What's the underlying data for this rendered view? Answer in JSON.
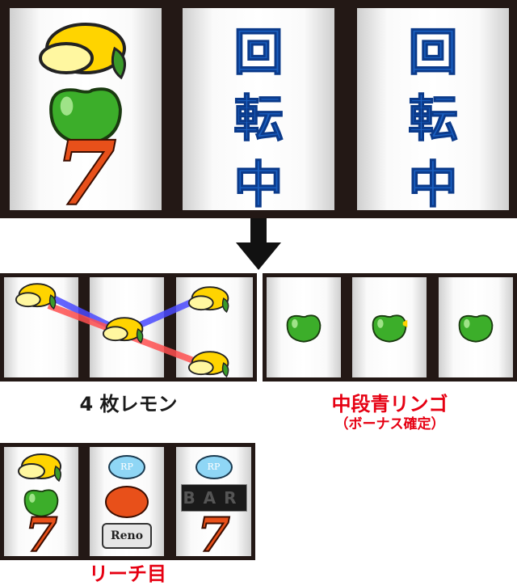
{
  "top": {
    "reels": [
      {
        "symbols": [
          "lemon-icon",
          "apple-icon",
          "seven-icon"
        ],
        "seven": "7"
      },
      {
        "text": [
          "回",
          "転",
          "中"
        ]
      },
      {
        "text": [
          "回",
          "転",
          "中"
        ]
      }
    ]
  },
  "arrow": "down-arrow-icon",
  "examples": [
    {
      "label": "4 枚レモン",
      "color": "#1a1a1a"
    },
    {
      "label": "中段青リンゴ",
      "sublabel": "（ボーナス確定）",
      "color": "#e60012"
    },
    {
      "label": "リーチ目",
      "color": "#e60012"
    }
  ],
  "reach": {
    "reels": [
      {
        "symbols": [
          "lemon-icon",
          "apple-icon",
          "seven-icon"
        ],
        "seven": "7"
      },
      {
        "symbols": [
          "rp-icon",
          "tomato-icon",
          "reno-icon"
        ],
        "rp": "RP",
        "reno": "Reno"
      },
      {
        "symbols": [
          "rp-icon",
          "bar-icon",
          "seven-icon"
        ],
        "rp": "RP",
        "bar": "BAR",
        "seven": "7"
      }
    ]
  },
  "colors": {
    "frame": "#231815",
    "spin_text": "#1a5fc0",
    "seven": "#e8501a",
    "line_blue": "#3c3cff",
    "line_red": "#ff4a4a"
  }
}
